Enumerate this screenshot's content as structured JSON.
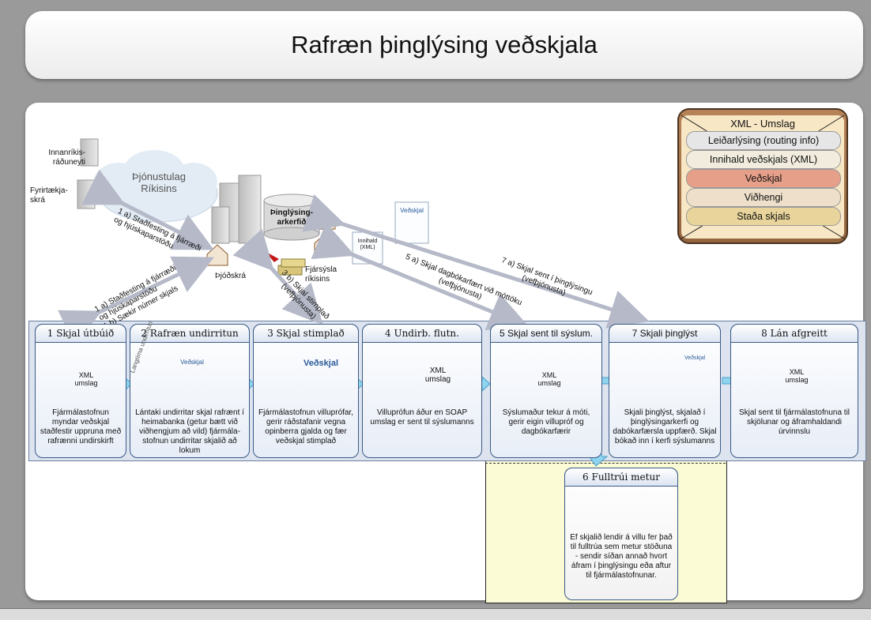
{
  "title": "Rafræn þinglýsing veðskjala",
  "envelope": {
    "title": "XML - Umslag",
    "rows": [
      {
        "label": "Leiðarlýsing (routing info)",
        "color": "#e6e6e6"
      },
      {
        "label": "Innihald veðskjals (XML)",
        "color": "#f1ecdd"
      },
      {
        "label": "Veðskjal",
        "color": "#e6a08a"
      },
      {
        "label": "Viðhengi",
        "color": "#eddfc9"
      },
      {
        "label": "Staða skjals",
        "color": "#e9d59c"
      }
    ]
  },
  "top_labels": {
    "innanrikis": "Innanríkis-\nráðuneyti",
    "fyrirtaekja": "Fyrirtækja-\nskrá",
    "thjonustulag": "Þjónustulag\nRíkisins",
    "thinglysingarkerfid": "Þinglýsing-\narkerfið",
    "thjodskra": "Þjóðskrá",
    "fjarsysla": "Fjársýsla\nríkisins"
  },
  "doc_labels": {
    "vedskjal": "Veðskjal",
    "innihald": "Innihald\n(XML)",
    "xml": "XML",
    "umslag": "umslag",
    "innihald_small": "Innihald"
  },
  "arrow_labels": {
    "a1_top": "1 a) Staðfesting á fjárræði\nog hjúskaparstöðu",
    "a1_bottom": "1 a) Staðfesting á fjárræði\nog hjúskaparstöðu\n1 b) Sækir númer skjals",
    "a3": "3 b) Skjal stimplað\n(vefþjónusta)",
    "a5": "5 a) Skjal dagbókarfært við móttöku\n(vefþjónusta)",
    "a7": "7 a) Skjal sent í þinglýsingu\n(vefþjónusta)",
    "langtima": "Langtíma undirritun"
  },
  "stages": [
    {
      "title": "1 Skjal útbúið",
      "desc": "Fjármálastofnun myndar veðskjal staðfestir uppruna með rafrænni undirskirft"
    },
    {
      "title": "2 Rafræn undirritun",
      "desc": "Lántaki undirritar skjal rafrænt í heimabanka (getur bætt við viðhengjum að vild) fjármála-stofnun undirritar skjalið að lokum"
    },
    {
      "title": "3 Skjal stimplað",
      "desc": "Fjármálastofnun villuprófar, gerir ráðstafanir vegna opinberra gjalda og fær veðskjal stimplað"
    },
    {
      "title": "4 Undirb. flutn.",
      "desc": "Villuprófun áður en SOAP umslag er sent til sýslumanns"
    },
    {
      "title": "5 Skjal sent til sýslum.",
      "desc": "Sýslumaður tekur á móti, gerir eigin villupróf og dagbókarfærir"
    },
    {
      "title": "7 Skjali þinglýst",
      "desc": "Skjali þinglýst, skjalað í þinglýsingarkerfi og dabókarfærsla uppfærð. Skjal bókað inn í kerfi sýslumanns"
    },
    {
      "title": "8 Lán afgreitt",
      "desc": "Skjal sent til fjármálastofnuna til skjölunar og áframhaldandi úrvinnslu"
    }
  ],
  "stage6": {
    "title": "6 Fulltrúi metur",
    "desc": "Ef skjalið lendir á villu fer það til fulltrúa sem metur stöðuna - sendir síðan annað hvort áfram í þinglýsingu eða aftur til fjármálastofnunar."
  },
  "colors": {
    "stage_border": "#3a5a86",
    "highlight": "#fbfbd6",
    "arrow": "#8fd4ee",
    "gray_arrow": "#b5b9c8",
    "envelope": "#a0714a"
  }
}
